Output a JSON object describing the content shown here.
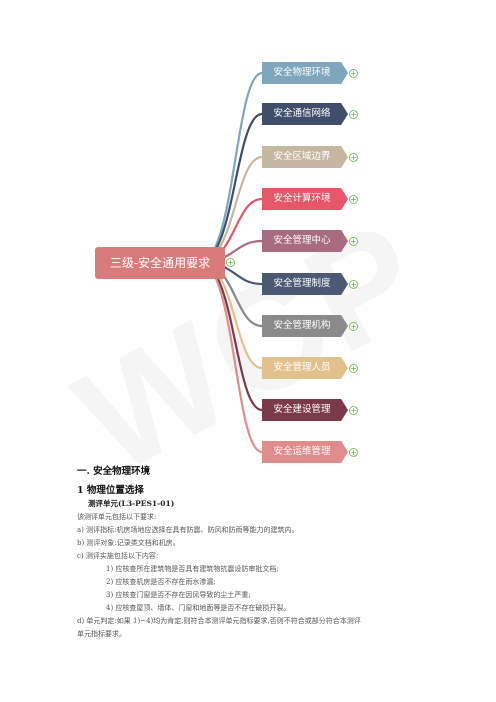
{
  "mindmap": {
    "root": "三级-安全通用要求",
    "nodes": [
      {
        "label": "安全物理环境",
        "color": "#7ea7be"
      },
      {
        "label": "安全通信网络",
        "color": "#3f4f6b"
      },
      {
        "label": "安全区域边界",
        "color": "#c6b7a0"
      },
      {
        "label": "安全计算环境",
        "color": "#e8566a"
      },
      {
        "label": "安全管理中心",
        "color": "#a86b7f"
      },
      {
        "label": "安全管理制度",
        "color": "#4a5a72"
      },
      {
        "label": "安全管理机构",
        "color": "#8a8a8a"
      },
      {
        "label": "安全管理人员",
        "color": "#e2c18e"
      },
      {
        "label": "安全建设管理",
        "color": "#7a3a4a"
      },
      {
        "label": "安全运维管理",
        "color": "#e08c8c"
      }
    ]
  },
  "watermark": "WCP",
  "doc": {
    "section_title": "一. 安全物理环境",
    "subsection_title": "1 物理位置选择",
    "unit_title": "测评单元(L3-PES1-01)",
    "intro": "该测评单元包括以下要求:",
    "items": [
      "a) 测评指标:机房场地应选择在具有防震、防风和防雨等能力的建筑内。",
      "b) 测评对象:记录类文档和机房。",
      "c) 测评实施包括以下内容:"
    ],
    "subitems": [
      "1) 应核查所在建筑物是否具有建筑物抗震设防审批文档;",
      "2) 应核查机房是否不存在雨水渗漏;",
      "3) 应核查门窗是否不存在因风导致的尘土严重;",
      "4) 应核查屋顶、墙体、门窗和地面等是否不存在破损开裂。"
    ],
    "result_line1": "d) 单元判定:如果 1)~4)均为肯定,则符合本测评单元指标要求,否则不符合或部分符合本测评",
    "result_line2": "单元指标要求。"
  }
}
